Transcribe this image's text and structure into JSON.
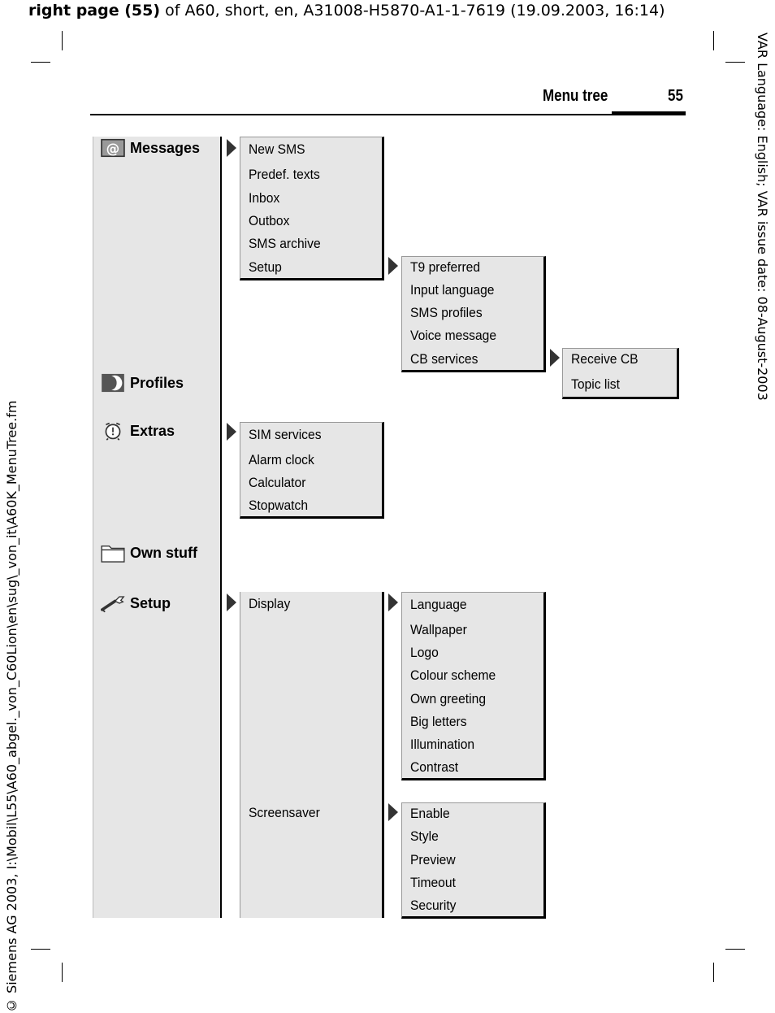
{
  "page_header_line": {
    "bold": "right page (55)",
    "rest": " of A60, short, en, A31008-H5870-A1-1-7619 (19.09.2003, 16:14)"
  },
  "side_right": "VAR Language: English; VAR issue date: 08-August-2003",
  "side_left": "© Siemens AG 2003, I:\\Mobil\\L55\\A60_abgel._von_C60Lion\\en\\sug\\_von_it\\A60K_MenuTree.fm",
  "header": {
    "title": "Menu tree",
    "page_number": "55"
  },
  "main_menu": [
    {
      "label": "Messages",
      "icon": "messages-at-icon"
    },
    {
      "label": "Profiles",
      "icon": "profiles-moon-icon"
    },
    {
      "label": "Extras",
      "icon": "extras-alarm-icon"
    },
    {
      "label": "Own stuff",
      "icon": "own-stuff-folder-icon"
    },
    {
      "label": "Setup",
      "icon": "setup-wrench-icon"
    }
  ],
  "messages_submenu": [
    "New SMS",
    "Predef. texts",
    "Inbox",
    "Outbox",
    "SMS archive",
    "Setup"
  ],
  "messages_setup_submenu": [
    "T9 preferred",
    "Input language",
    "SMS profiles",
    "Voice message",
    "CB services"
  ],
  "cb_services_submenu": [
    "Receive CB",
    "Topic list"
  ],
  "extras_submenu": [
    "SIM services",
    "Alarm clock",
    "Calculator",
    "Stopwatch"
  ],
  "setup_submenu": [
    "Display",
    "Screensaver"
  ],
  "display_submenu": [
    "Language",
    "Wallpaper",
    "Logo",
    "Colour scheme",
    "Own greeting",
    "Big letters",
    "Illumination",
    "Contrast"
  ],
  "screensaver_submenu": [
    "Enable",
    "Style",
    "Preview",
    "Timeout",
    "Security"
  ]
}
